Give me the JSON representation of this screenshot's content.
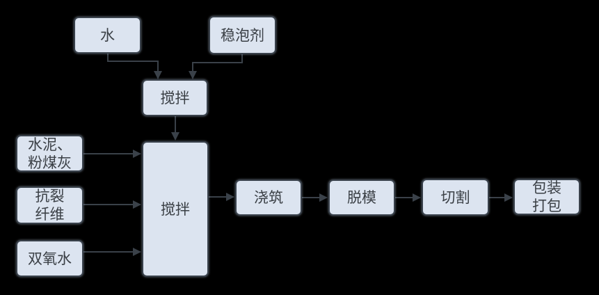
{
  "diagram": {
    "type": "flowchart",
    "colors": {
      "background": "#000000",
      "node_fill": "#dce4f0",
      "node_border": "#39414b",
      "arrow": "#3a4149",
      "text": "#3a3f45"
    },
    "nodes": {
      "water": {
        "label": "水",
        "lines": [
          "水"
        ]
      },
      "foam_stabilizer": {
        "label": "稳泡剂",
        "lines": [
          "稳泡剂"
        ]
      },
      "mix1": {
        "label": "搅拌",
        "lines": [
          "搅拌"
        ]
      },
      "cement_flyash": {
        "label": "水泥、粉煤灰",
        "lines": [
          "水泥、",
          "粉煤灰"
        ]
      },
      "anti_crack_fiber": {
        "label": "抗裂纤维",
        "lines": [
          "抗裂",
          "纤维"
        ]
      },
      "hydrogen_peroxide": {
        "label": "双氧水",
        "lines": [
          "双氧水"
        ]
      },
      "mix2": {
        "label": "搅拌",
        "lines": [
          "搅拌"
        ]
      },
      "pouring": {
        "label": "浇筑",
        "lines": [
          "浇筑"
        ]
      },
      "demolding": {
        "label": "脱模",
        "lines": [
          "脱模"
        ]
      },
      "cutting": {
        "label": "切割",
        "lines": [
          "切割"
        ]
      },
      "packing": {
        "label": "包装打包",
        "lines": [
          "包装",
          "打包"
        ]
      }
    },
    "edges": [
      {
        "from": "water",
        "to": "mix1"
      },
      {
        "from": "foam_stabilizer",
        "to": "mix1"
      },
      {
        "from": "mix1",
        "to": "mix2"
      },
      {
        "from": "cement_flyash",
        "to": "mix2"
      },
      {
        "from": "anti_crack_fiber",
        "to": "mix2"
      },
      {
        "from": "hydrogen_peroxide",
        "to": "mix2"
      },
      {
        "from": "mix2",
        "to": "pouring"
      },
      {
        "from": "pouring",
        "to": "demolding"
      },
      {
        "from": "demolding",
        "to": "cutting"
      },
      {
        "from": "cutting",
        "to": "packing"
      }
    ]
  }
}
